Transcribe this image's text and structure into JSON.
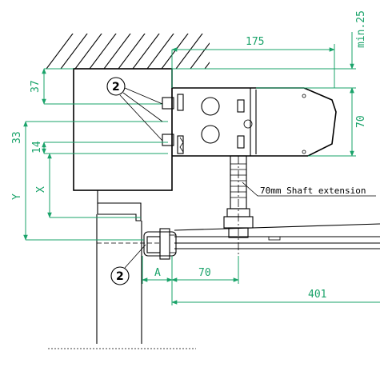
{
  "dimensions": {
    "d175": "175",
    "min25": "min.25",
    "d37": "37",
    "d70_vertical": "70",
    "d33": "33",
    "d14": "14",
    "dX": "X",
    "dY": "Y",
    "dA": "A",
    "d70_horizontal": "70",
    "d401": "401"
  },
  "annotations": {
    "shaft_extension": "70mm Shaft extension"
  },
  "callouts": {
    "top": "2",
    "bottom": "2"
  },
  "colors": {
    "dimension": "#1aa36a",
    "outline": "#000000"
  }
}
